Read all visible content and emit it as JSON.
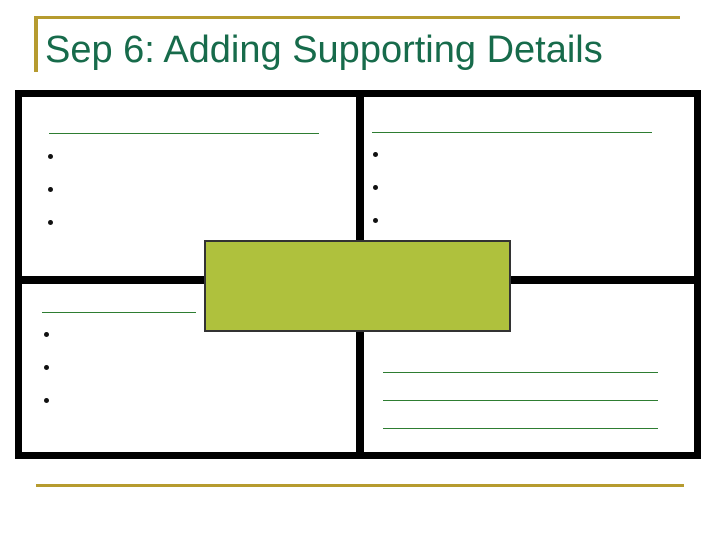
{
  "slide": {
    "title": "Sep 6: Adding Supporting Details"
  },
  "colors": {
    "accent_gold": "#B69B2F",
    "title_green": "#176B4B",
    "rule_green": "#2E7D32",
    "grid_border": "#000000",
    "callout_fill": "#AFC13D",
    "callout_border": "#333333",
    "bullet_color": "#111111"
  },
  "quadrants": {
    "top_left": {
      "heading_rule": true,
      "bullet_count": 3
    },
    "top_right": {
      "heading_rule": true,
      "bullet_count": 3
    },
    "bottom_left": {
      "heading_rule": true,
      "bullet_count": 3
    },
    "bottom_right": {
      "writing_line_count": 3
    }
  },
  "callout": {
    "label": ""
  }
}
